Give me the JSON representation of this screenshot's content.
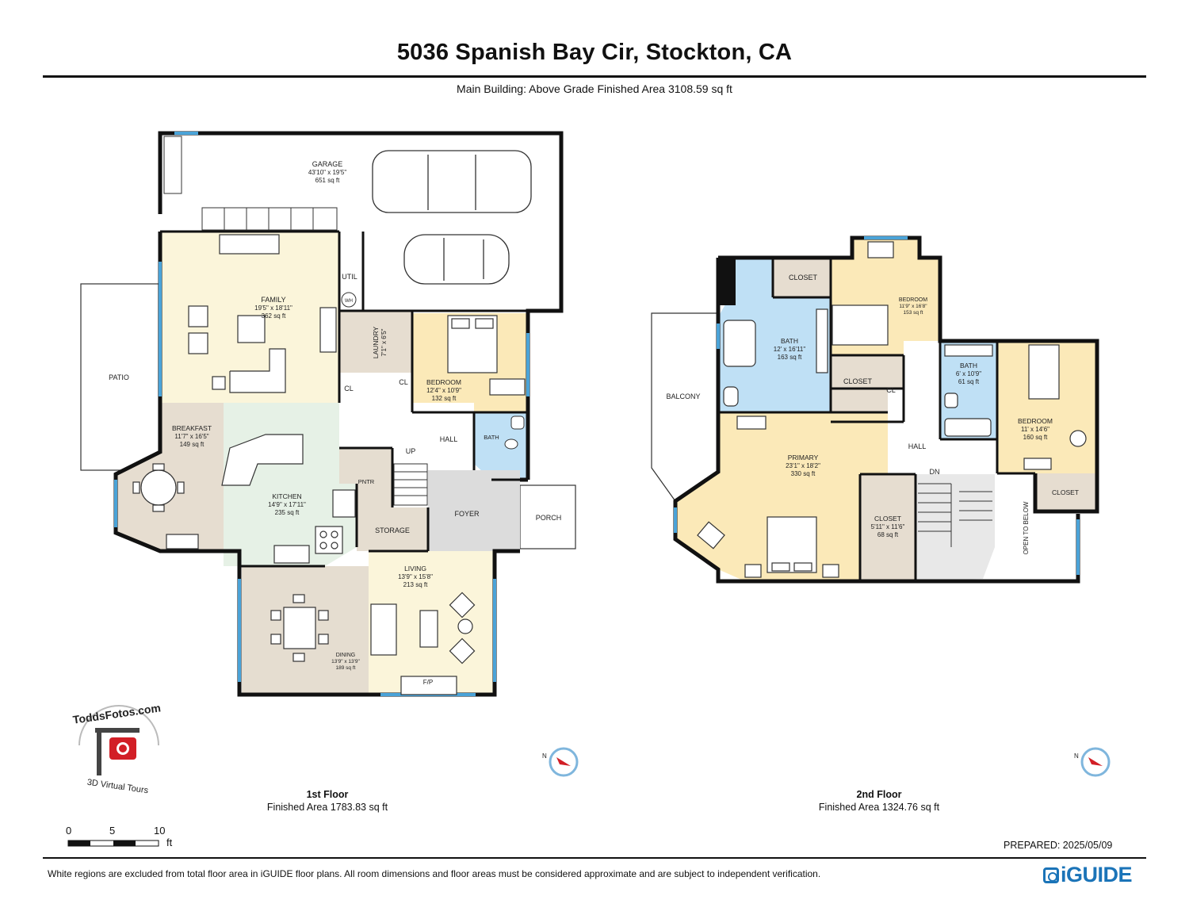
{
  "header": {
    "title": "5036 Spanish Bay Cir, Stockton, CA",
    "subtitle": "Main Building: Above Grade Finished Area 3108.59 sq ft"
  },
  "floor1": {
    "caption": "1st Floor",
    "area": "Finished Area 1783.83 sq ft",
    "rooms": {
      "garage": {
        "name": "GARAGE",
        "dims": "43'10\" x 19'5\"",
        "area": "651 sq ft"
      },
      "family": {
        "name": "FAMILY",
        "dims": "19'5\" x 18'11\"",
        "area": "362 sq ft"
      },
      "util": {
        "name": "UTIL"
      },
      "wh": {
        "name": "WH"
      },
      "laundry": {
        "name": "LAUNDRY",
        "dims": "7'1\" x 6'5\""
      },
      "bedroom": {
        "name": "BEDROOM",
        "dims": "12'4\" x 10'9\"",
        "area": "132 sq ft"
      },
      "cl1": {
        "name": "CL"
      },
      "cl2": {
        "name": "CL"
      },
      "breakfast": {
        "name": "BREAKFAST",
        "dims": "11'7\" x 16'5\"",
        "area": "149 sq ft"
      },
      "kitchen": {
        "name": "KITCHEN",
        "dims": "14'9\" x 17'11\"",
        "area": "235 sq ft"
      },
      "hall": {
        "name": "HALL"
      },
      "up": {
        "name": "UP"
      },
      "bath": {
        "name": "BATH"
      },
      "pntr": {
        "name": "PNTR"
      },
      "storage": {
        "name": "STORAGE"
      },
      "foyer": {
        "name": "FOYER"
      },
      "porch": {
        "name": "PORCH"
      },
      "patio": {
        "name": "PATIO"
      },
      "living": {
        "name": "LIVING",
        "dims": "13'9\" x 15'8\"",
        "area": "213 sq ft"
      },
      "dining": {
        "name": "DINING",
        "dims": "13'9\" x 13'9\"",
        "area": "189 sq ft"
      },
      "fp": {
        "name": "F/P"
      }
    }
  },
  "floor2": {
    "caption": "2nd Floor",
    "area": "Finished Area 1324.76 sq ft",
    "rooms": {
      "closet_top": {
        "name": "CLOSET"
      },
      "bedroom_top": {
        "name": "BEDROOM",
        "dims": "11'9\" x 16'8\"",
        "area": "153 sq ft"
      },
      "bath_big": {
        "name": "BATH",
        "dims": "12' x 16'11\"",
        "area": "163 sq ft"
      },
      "closet_mid": {
        "name": "CLOSET"
      },
      "cl": {
        "name": "CL"
      },
      "bath_small": {
        "name": "BATH",
        "dims": "6' x 10'9\"",
        "area": "61 sq ft"
      },
      "bedroom_right": {
        "name": "BEDROOM",
        "dims": "11' x 14'6\"",
        "area": "160 sq ft"
      },
      "balcony": {
        "name": "BALCONY"
      },
      "hall": {
        "name": "HALL"
      },
      "dn": {
        "name": "DN"
      },
      "primary": {
        "name": "PRIMARY",
        "dims": "23'1\" x 18'2\"",
        "area": "330 sq ft"
      },
      "closet_bottom": {
        "name": "CLOSET",
        "dims": "5'11\" x 11'6\"",
        "area": "68 sq ft"
      },
      "closet_right": {
        "name": "CLOSET"
      },
      "open_below": {
        "name": "OPEN TO BELOW"
      }
    }
  },
  "logo": {
    "text_top": "ToddsFotos.com",
    "text_bottom": "3D Virtual Tours"
  },
  "compass": {
    "north": "N"
  },
  "scale": {
    "ticks": [
      "0",
      "5",
      "10"
    ],
    "unit": "ft"
  },
  "prepared": "PREPARED: 2025/05/09",
  "disclaimer": "White regions are excluded from total floor area in iGUIDE floor plans. All room dimensions and floor areas must be considered approximate and are subject to independent verification.",
  "brand": "iGUIDE",
  "colors": {
    "family": "#fbf5da",
    "kitchen": "#e6f1e6",
    "breakfast": "#e6ddd0",
    "dining": "#e5ddd0",
    "bedroom": "#fbe9b8",
    "bath": "#bfe0f5",
    "foyer": "#dcdcdc",
    "storage": "#e5ddd0",
    "closet": "#e6ddd0",
    "window": "#4aa3d8",
    "wall": "#111111",
    "brand": "#1b74b8"
  }
}
